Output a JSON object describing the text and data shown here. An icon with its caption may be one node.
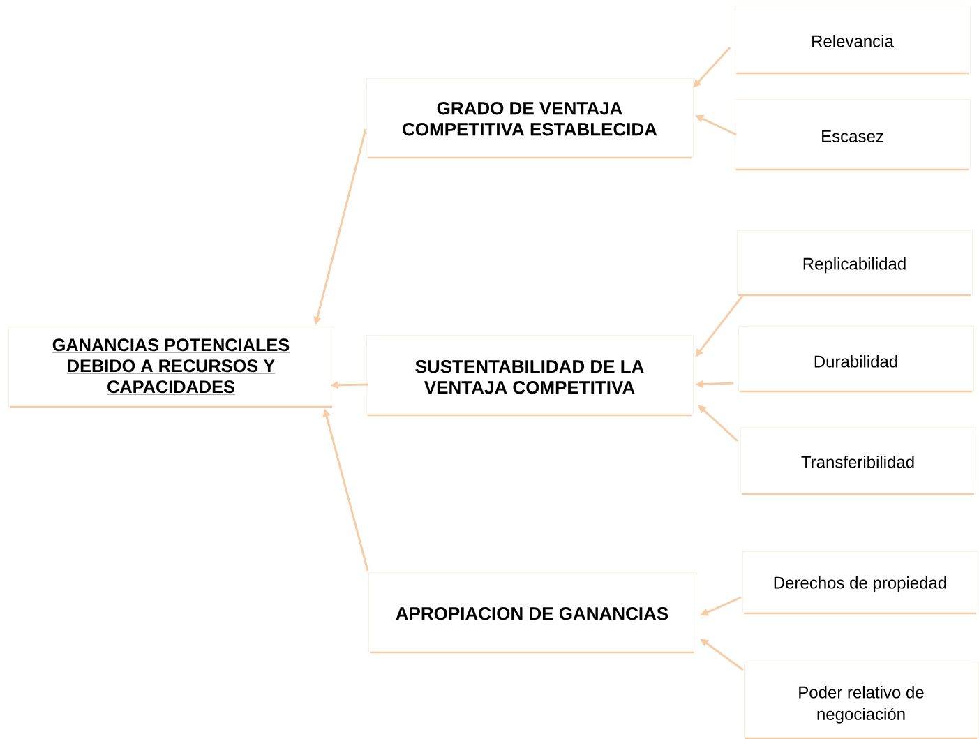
{
  "diagram": {
    "nodes": [
      {
        "text": [
          "GANANCIAS POTENCIALES DEBIDO A RECURSOS Y CAPACIDADES"
        ]
      },
      {
        "text": [
          "GRADO DE VENTAJA COMPETITIVA ESTABLECIDA"
        ]
      },
      {
        "text": [
          "Relevancia"
        ]
      },
      {
        "text": [
          "Escasez"
        ]
      },
      {
        "text": [
          "SUSTENTABILIDAD DE LA VENTAJA COMPETITIVA"
        ]
      },
      {
        "text": [
          "Replicabilidad"
        ]
      },
      {
        "text": [
          "Durabilidad"
        ]
      },
      {
        "text": [
          "Transferibilidad"
        ]
      },
      {
        "text": [
          "APROPIACION DE GANANCIAS"
        ]
      },
      {
        "text": [
          "Derechos de propiedad"
        ]
      },
      {
        "text": [
          "Poder relativo de negociación"
        ]
      }
    ],
    "edges": [
      {
        "from": 2,
        "to": 1,
        "arrow": "to"
      },
      {
        "from": 3,
        "to": 1,
        "arrow": "to"
      },
      {
        "from": 1,
        "to": 0,
        "arrow": "to"
      },
      {
        "from": 5,
        "to": 4,
        "arrow": "to"
      },
      {
        "from": 6,
        "to": 4,
        "arrow": "to"
      },
      {
        "from": 7,
        "to": 4,
        "arrow": "to"
      },
      {
        "from": 4,
        "to": 0,
        "arrow": "to"
      },
      {
        "from": 9,
        "to": 8,
        "arrow": "to"
      },
      {
        "from": 10,
        "to": 8,
        "arrow": "to"
      },
      {
        "from": 8,
        "to": 0,
        "arrow": "to"
      }
    ]
  }
}
